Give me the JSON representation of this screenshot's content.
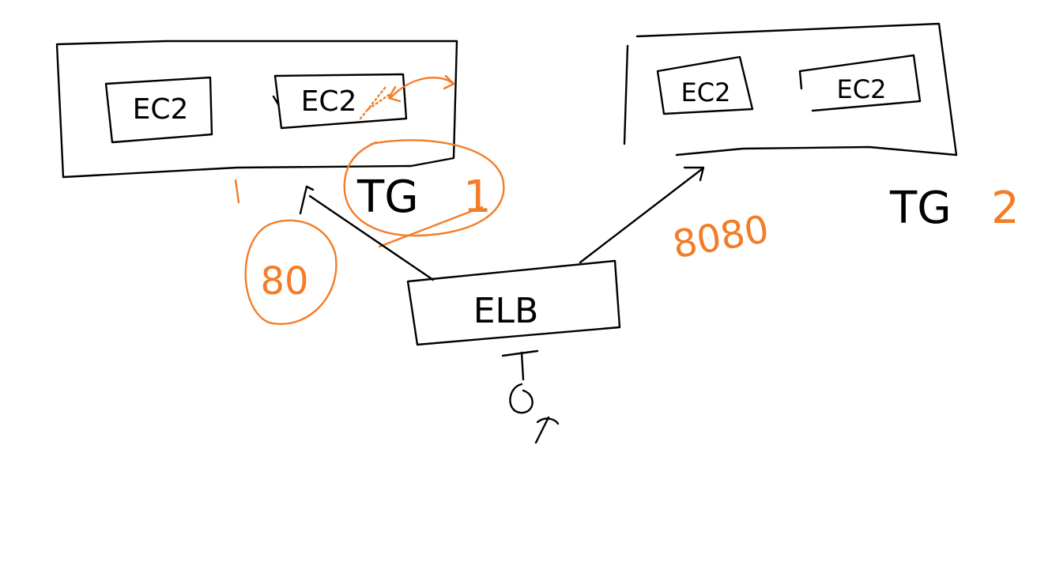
{
  "colors": {
    "ink": "#000000",
    "accent": "#f47c26",
    "background": "#ffffff"
  },
  "group1": {
    "label_text": "TG",
    "label_number": "1",
    "instances": [
      "EC2",
      "EC2"
    ],
    "port": "80"
  },
  "group2": {
    "label_text": "TG",
    "label_number": "2",
    "instances": [
      "EC2",
      "EC2"
    ],
    "port": "8080"
  },
  "balancer": {
    "label": "ELB"
  }
}
